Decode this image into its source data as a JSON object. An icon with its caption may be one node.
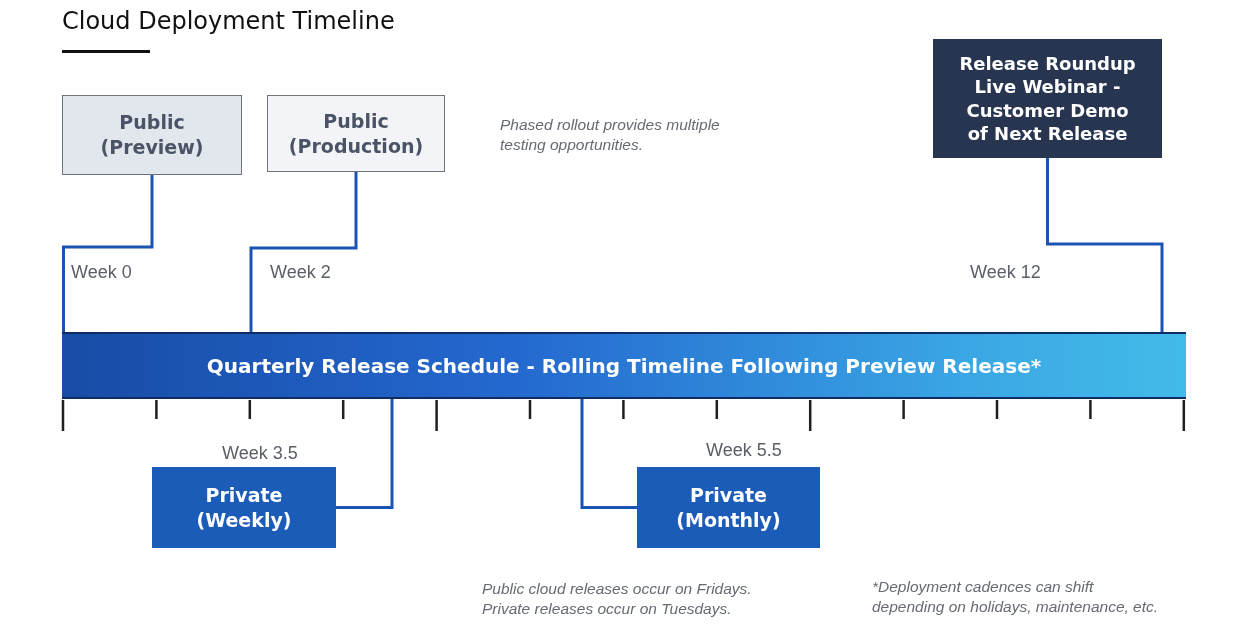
{
  "diagram": {
    "title": "Cloud Deployment Timeline",
    "nodes": [
      {
        "text": [
          "Public (Preview)"
        ]
      },
      {
        "text": [
          "Public (Production)"
        ]
      },
      {
        "text": [
          "Release Roundup Live Webinar - Customer Demo of Next Release"
        ]
      },
      {
        "text": [
          "Quarterly Release Schedule - Rolling Timeline Following Preview Release*"
        ]
      },
      {
        "text": [
          "Private (Weekly)"
        ]
      },
      {
        "text": [
          "Private (Monthly)"
        ]
      }
    ],
    "edges": [
      {
        "from": 0,
        "to": 3,
        "arrow": "none"
      },
      {
        "from": 1,
        "to": 3,
        "arrow": "none"
      },
      {
        "from": 2,
        "to": 3,
        "arrow": "none"
      },
      {
        "from": 4,
        "to": 3,
        "arrow": "none"
      },
      {
        "from": 5,
        "to": 3,
        "arrow": "none"
      }
    ],
    "labels": [
      "Phased rollout provides multiple testing opportunities.",
      "Week 0",
      "Week 2",
      "Week 12",
      "Week 3.5",
      "Week 5.5",
      "Public cloud releases occur on Fridays.",
      "Private releases occur on Tuesdays.",
      "*Deployment cadences can shift depending on holidays, maintenance, etc."
    ]
  }
}
